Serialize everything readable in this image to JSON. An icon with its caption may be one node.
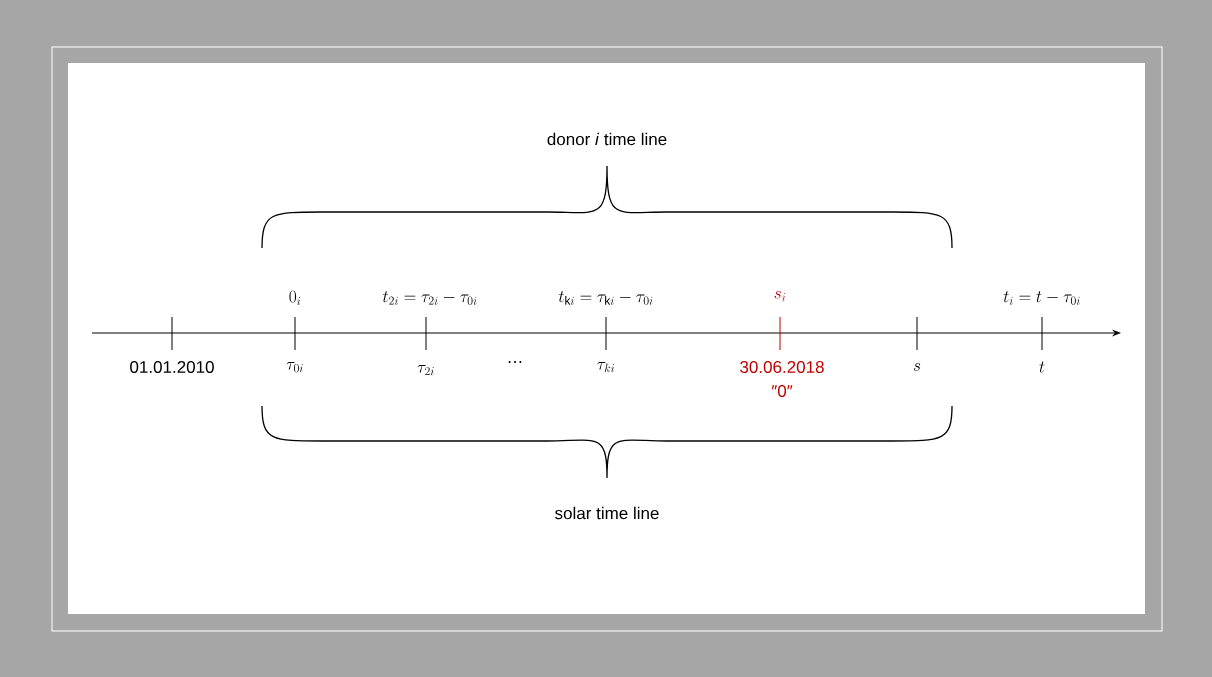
{
  "diagram": {
    "labels": [
      "donor *i* time line",
      "0_i",
      "t_{2i} = \\tau_{2i} - \\tau_{0i}",
      "t_{\\mathrm{k}i} = \\tau_{\\mathrm{k}i} - \\tau_{0i}",
      "s_i",
      "t_i = t - \\tau_{0i}",
      "01.01.2010",
      "\\tau_{0i}",
      "\\tau_{2i}",
      "…",
      "\\tau_{ki}",
      "30.06.2018",
      "″0″",
      "s",
      "t",
      "solar time line"
    ]
  }
}
